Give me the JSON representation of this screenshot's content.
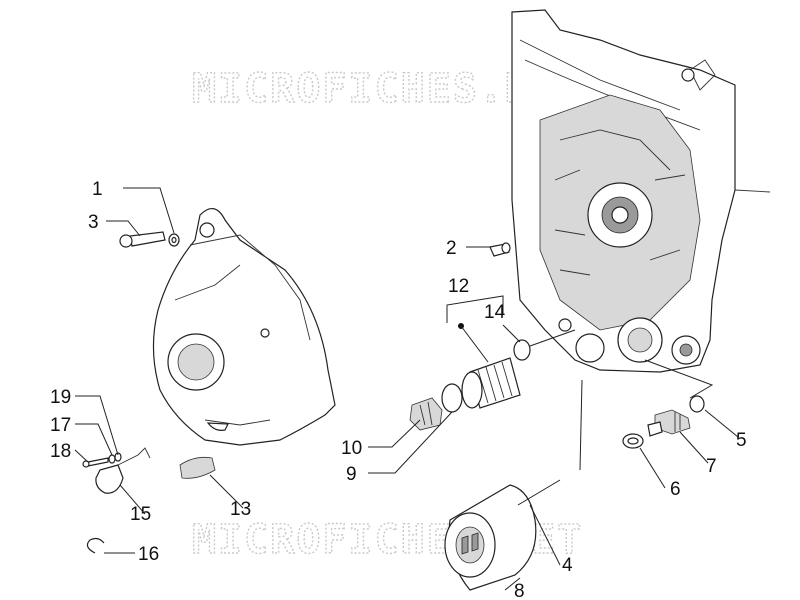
{
  "watermark": {
    "text": "MICROFICHES.NET"
  },
  "callouts": {
    "c1": "1",
    "c2": "2",
    "c3": "3",
    "c4": "4",
    "c5": "5",
    "c6": "6",
    "c7": "7",
    "c8": "8",
    "c9": "9",
    "c10": "10",
    "c12": "12",
    "c13": "13",
    "c14": "14",
    "c15": "15",
    "c16": "16",
    "c17": "17",
    "c18": "18",
    "c19": "19"
  }
}
